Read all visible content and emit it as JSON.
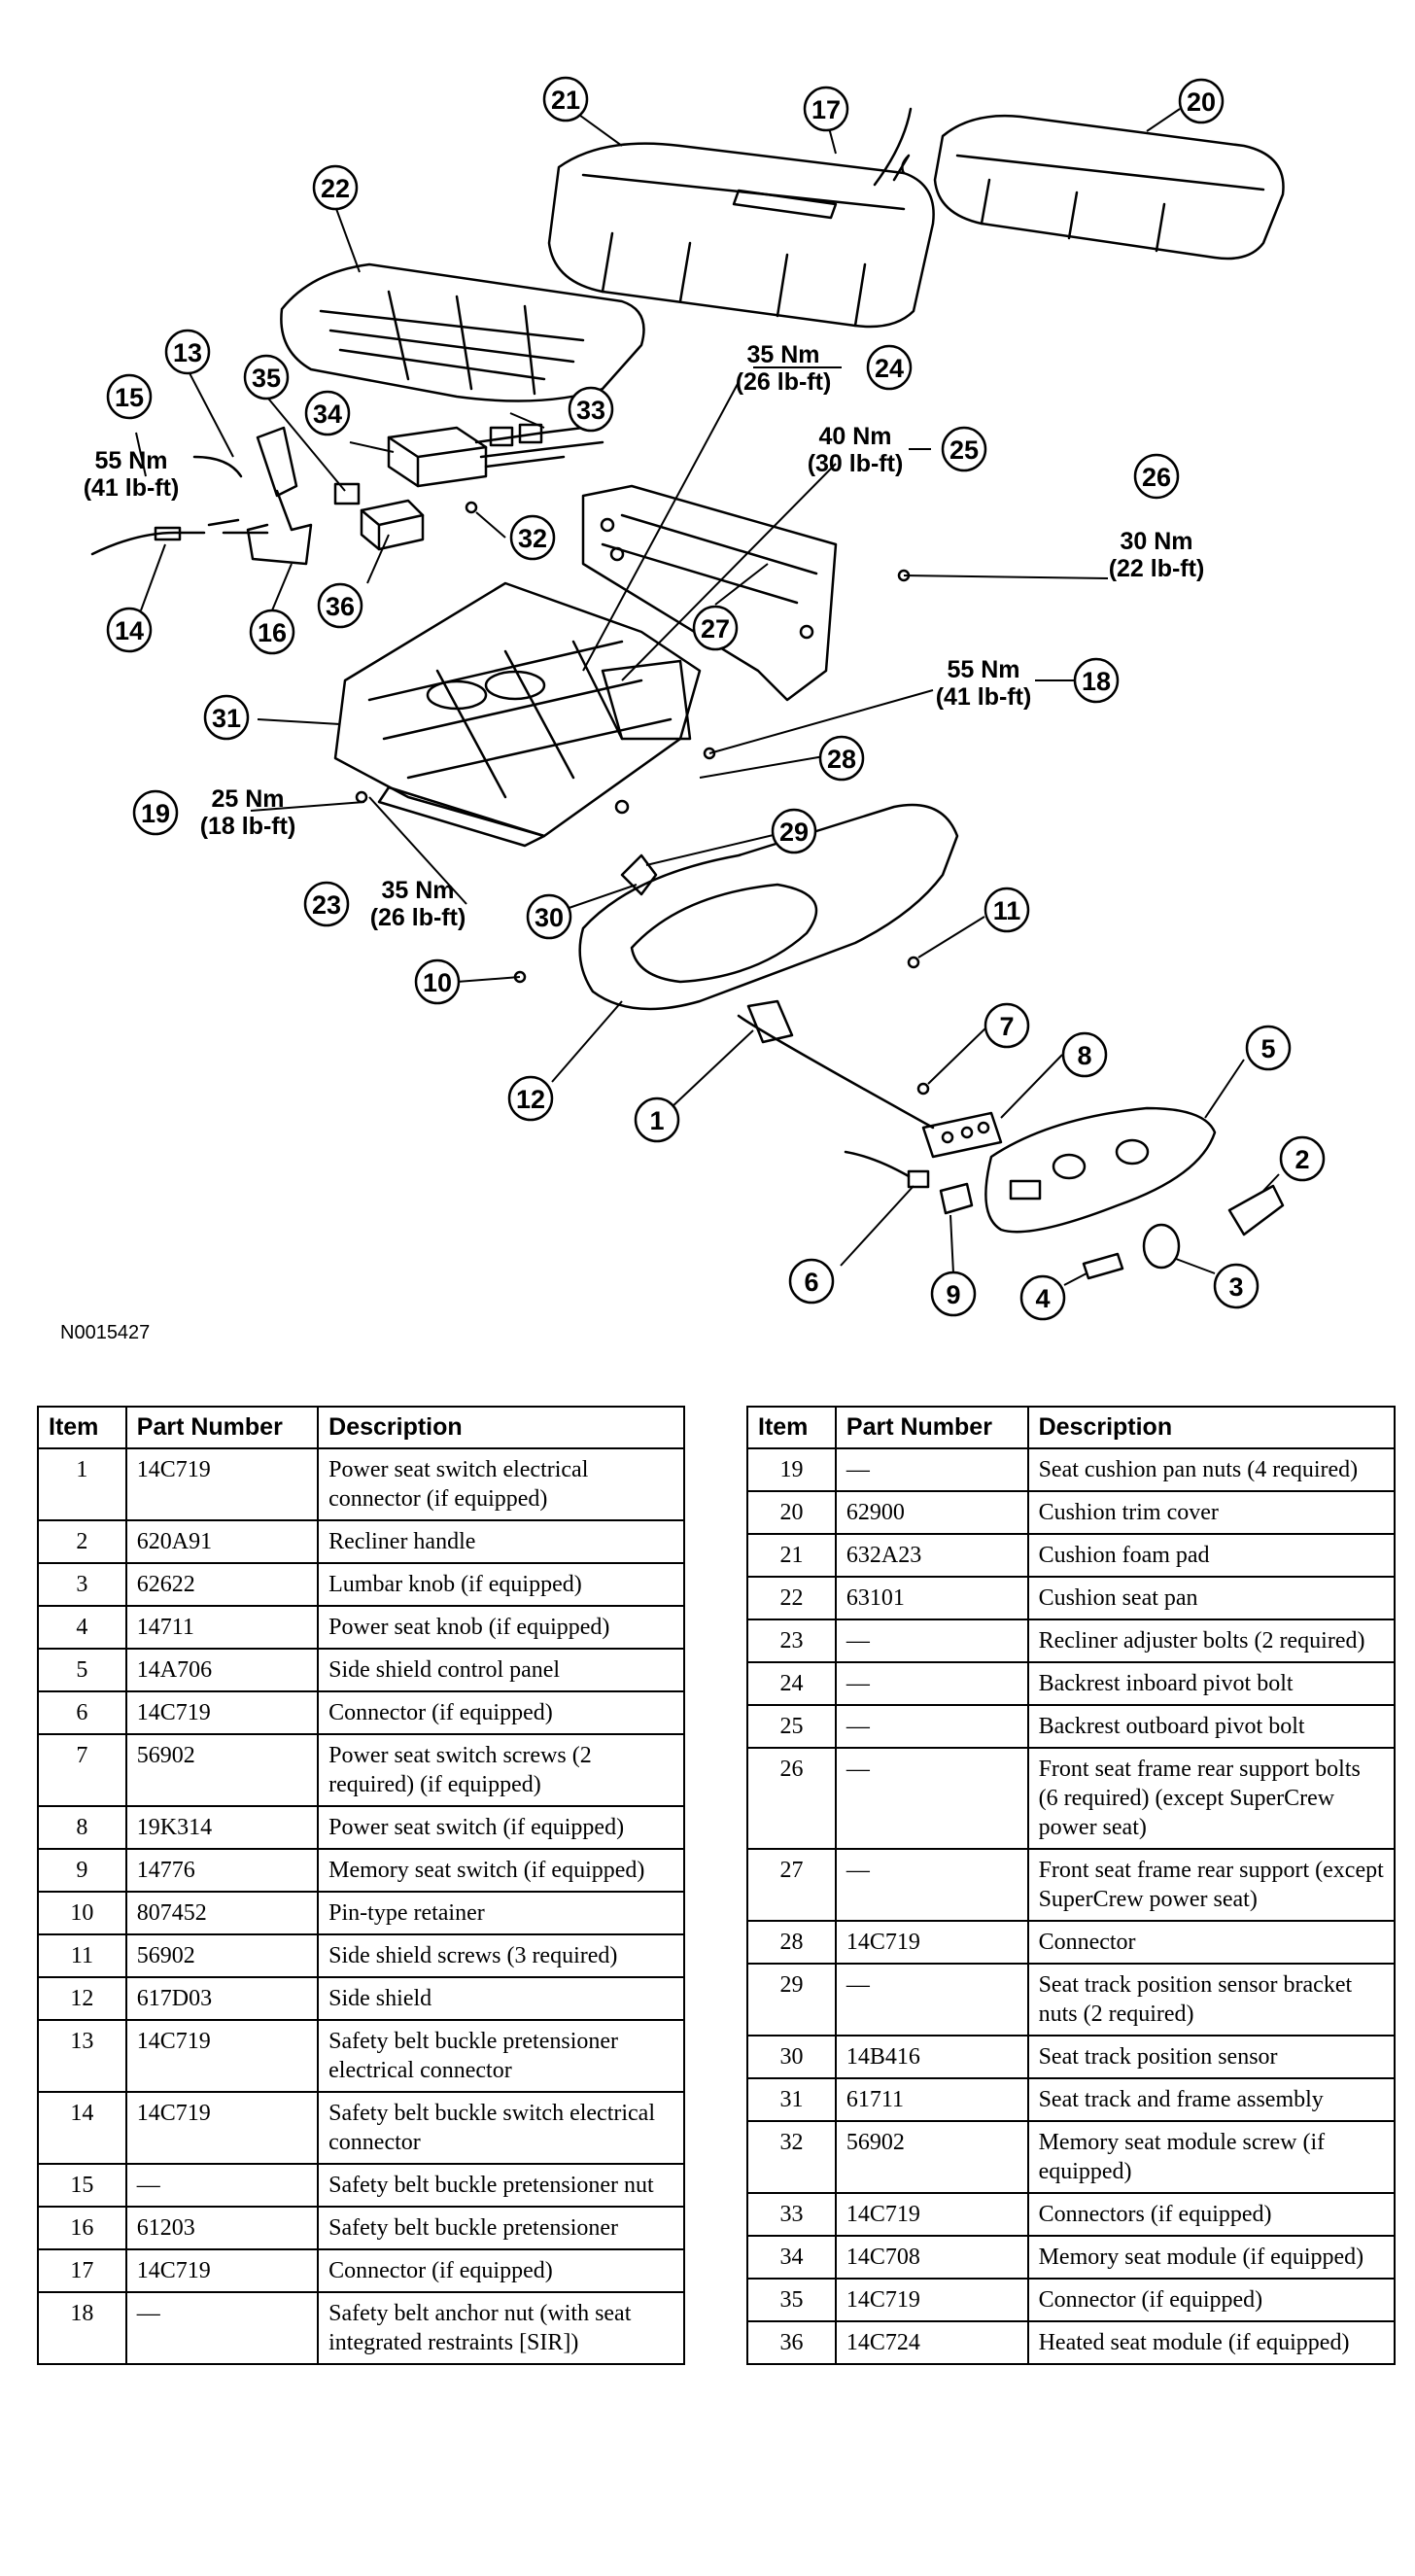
{
  "figure_id": "N0015427",
  "callouts": {
    "c1": "1",
    "c2": "2",
    "c3": "3",
    "c4": "4",
    "c5": "5",
    "c6": "6",
    "c7": "7",
    "c8": "8",
    "c9": "9",
    "c10": "10",
    "c11": "11",
    "c12": "12",
    "c13": "13",
    "c14": "14",
    "c15": "15",
    "c16": "16",
    "c17": "17",
    "c18": "18",
    "c19": "19",
    "c20": "20",
    "c21": "21",
    "c22": "22",
    "c23": "23",
    "c24": "24",
    "c25": "25",
    "c26": "26",
    "c27": "27",
    "c28": "28",
    "c29": "29",
    "c30": "30",
    "c31": "31",
    "c32": "32",
    "c33": "33",
    "c34": "34",
    "c35": "35",
    "c36": "36"
  },
  "torques": {
    "t15": {
      "nm": "55 Nm",
      "lbft": "(41 lb-ft)"
    },
    "t24": {
      "nm": "35 Nm",
      "lbft": "(26 lb-ft)"
    },
    "t25": {
      "nm": "40 Nm",
      "lbft": "(30 lb-ft)"
    },
    "t26": {
      "nm": "30 Nm",
      "lbft": "(22 lb-ft)"
    },
    "t18": {
      "nm": "55 Nm",
      "lbft": "(41 lb-ft)"
    },
    "t19": {
      "nm": "25 Nm",
      "lbft": "(18 lb-ft)"
    },
    "t23": {
      "nm": "35 Nm",
      "lbft": "(26 lb-ft)"
    }
  },
  "table": {
    "headers": {
      "item": "Item",
      "part_number": "Part Number",
      "description": "Description"
    },
    "left_rows": [
      {
        "item": "1",
        "pn": "14C719",
        "desc": "Power seat switch electrical connector (if equipped)"
      },
      {
        "item": "2",
        "pn": "620A91",
        "desc": "Recliner handle"
      },
      {
        "item": "3",
        "pn": "62622",
        "desc": "Lumbar knob (if equipped)"
      },
      {
        "item": "4",
        "pn": "14711",
        "desc": "Power seat knob (if equipped)"
      },
      {
        "item": "5",
        "pn": "14A706",
        "desc": "Side shield control panel"
      },
      {
        "item": "6",
        "pn": "14C719",
        "desc": "Connector (if equipped)"
      },
      {
        "item": "7",
        "pn": "56902",
        "desc": "Power seat switch screws (2 required) (if equipped)"
      },
      {
        "item": "8",
        "pn": "19K314",
        "desc": "Power seat switch (if equipped)"
      },
      {
        "item": "9",
        "pn": "14776",
        "desc": "Memory seat switch (if equipped)"
      },
      {
        "item": "10",
        "pn": "807452",
        "desc": "Pin-type retainer"
      },
      {
        "item": "11",
        "pn": "56902",
        "desc": "Side shield screws (3 required)"
      },
      {
        "item": "12",
        "pn": "617D03",
        "desc": "Side shield"
      },
      {
        "item": "13",
        "pn": "14C719",
        "desc": "Safety belt buckle pretensioner electrical connector"
      },
      {
        "item": "14",
        "pn": "14C719",
        "desc": "Safety belt buckle switch electrical connector"
      },
      {
        "item": "15",
        "pn": "—",
        "desc": "Safety belt buckle pretensioner nut"
      },
      {
        "item": "16",
        "pn": "61203",
        "desc": "Safety belt buckle pretensioner"
      },
      {
        "item": "17",
        "pn": "14C719",
        "desc": "Connector (if equipped)"
      },
      {
        "item": "18",
        "pn": "—",
        "desc": "Safety belt anchor nut (with seat integrated restraints [SIR])"
      }
    ],
    "right_rows": [
      {
        "item": "19",
        "pn": "—",
        "desc": "Seat cushion pan nuts (4 required)"
      },
      {
        "item": "20",
        "pn": "62900",
        "desc": "Cushion trim cover"
      },
      {
        "item": "21",
        "pn": "632A23",
        "desc": "Cushion foam pad"
      },
      {
        "item": "22",
        "pn": "63101",
        "desc": "Cushion seat pan"
      },
      {
        "item": "23",
        "pn": "—",
        "desc": "Recliner adjuster bolts (2 required)"
      },
      {
        "item": "24",
        "pn": "—",
        "desc": "Backrest inboard pivot bolt"
      },
      {
        "item": "25",
        "pn": "—",
        "desc": "Backrest outboard pivot bolt"
      },
      {
        "item": "26",
        "pn": "—",
        "desc": "Front seat frame rear support bolts (6 required) (except SuperCrew power seat)"
      },
      {
        "item": "27",
        "pn": "—",
        "desc": "Front seat frame rear support (except SuperCrew power seat)"
      },
      {
        "item": "28",
        "pn": "14C719",
        "desc": "Connector"
      },
      {
        "item": "29",
        "pn": "—",
        "desc": "Seat track position sensor bracket nuts (2 required)"
      },
      {
        "item": "30",
        "pn": "14B416",
        "desc": "Seat track position sensor"
      },
      {
        "item": "31",
        "pn": "61711",
        "desc": "Seat track and frame assembly"
      },
      {
        "item": "32",
        "pn": "56902",
        "desc": "Memory seat module screw (if equipped)"
      },
      {
        "item": "33",
        "pn": "14C719",
        "desc": "Connectors (if equipped)"
      },
      {
        "item": "34",
        "pn": "14C708",
        "desc": "Memory seat module (if equipped)"
      },
      {
        "item": "35",
        "pn": "14C719",
        "desc": "Connector (if equipped)"
      },
      {
        "item": "36",
        "pn": "14C724",
        "desc": "Heated seat module (if equipped)"
      }
    ]
  }
}
